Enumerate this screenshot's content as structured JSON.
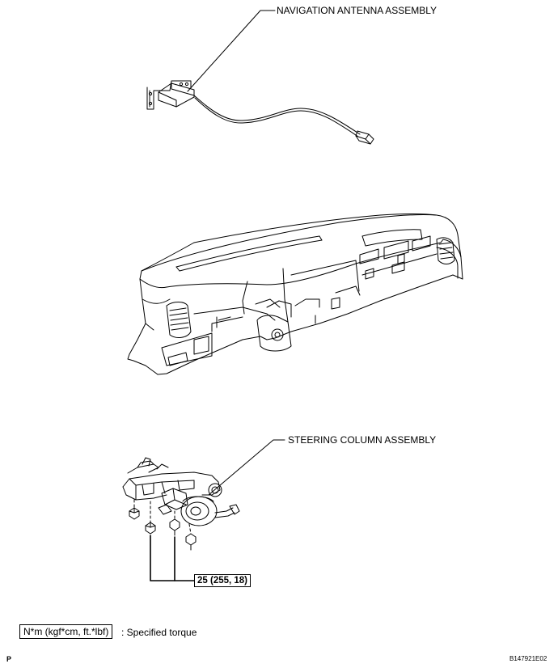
{
  "labels": {
    "antenna": "NAVIGATION ANTENNA ASSEMBLY",
    "column": "STEERING COLUMN ASSEMBLY"
  },
  "torque": {
    "value": "25 (255, 18)"
  },
  "legend": {
    "units": "N*m (kgf*cm, ft.*lbf)",
    "description": ": Specified torque"
  },
  "footer": {
    "page_mark": "P",
    "figure_code": "B147921E02"
  }
}
